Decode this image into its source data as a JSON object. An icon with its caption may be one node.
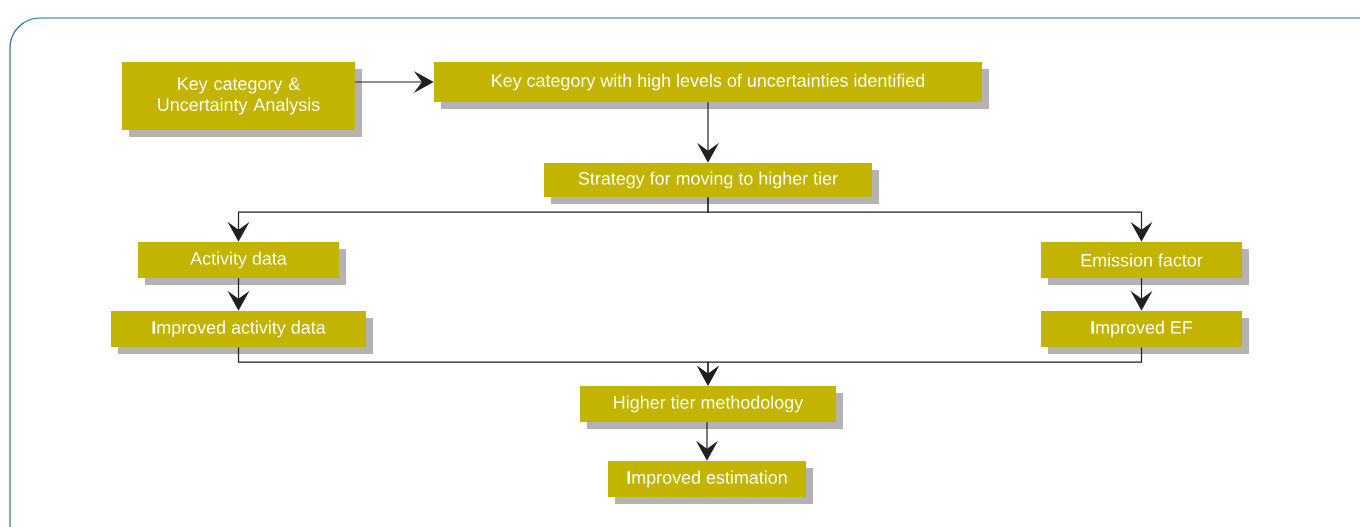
{
  "diagram": {
    "nodes": [
      {
        "text": [
          "Key category & Uncertainty Analysis"
        ]
      },
      {
        "text": [
          "Key category with high levels of uncertainties identified"
        ]
      },
      {
        "text": [
          "Strategy for moving to higher tier"
        ]
      },
      {
        "text": [
          "Activity data"
        ]
      },
      {
        "text": [
          "**I**mproved activity data"
        ]
      },
      {
        "text": [
          "Emission factor"
        ]
      },
      {
        "text": [
          "**I**mproved EF"
        ]
      },
      {
        "text": [
          "Higher tier methodology"
        ]
      },
      {
        "text": [
          "**I**mproved estimation"
        ]
      }
    ],
    "edges": [
      {
        "from": 0,
        "to": 1,
        "arrow": "to"
      },
      {
        "from": 1,
        "to": 2,
        "arrow": "to"
      },
      {
        "from": 2,
        "to": 3,
        "arrow": "to"
      },
      {
        "from": 2,
        "to": 5,
        "arrow": "to"
      },
      {
        "from": 3,
        "to": 4,
        "arrow": "to"
      },
      {
        "from": 5,
        "to": 6,
        "arrow": "to"
      },
      {
        "from": 4,
        "to": 7,
        "arrow": "to"
      },
      {
        "from": 6,
        "to": 7,
        "arrow": "to"
      },
      {
        "from": 7,
        "to": 8,
        "arrow": "to"
      }
    ]
  }
}
